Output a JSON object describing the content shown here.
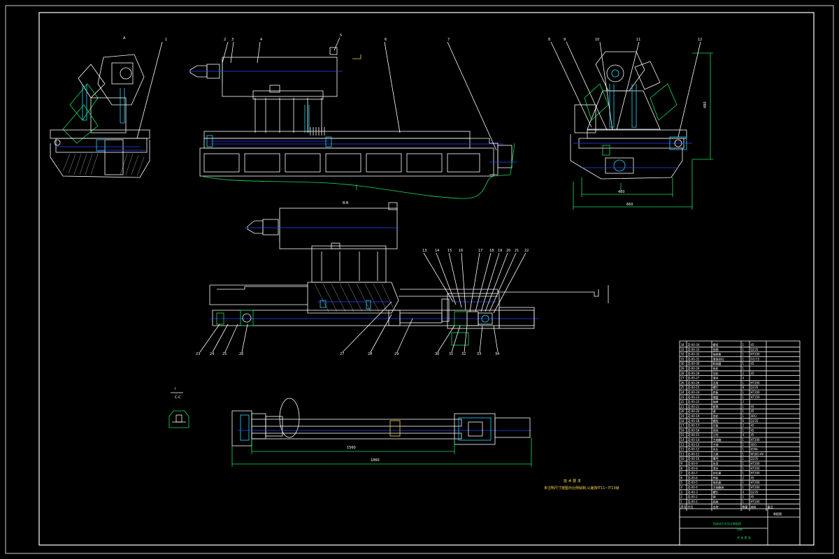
{
  "drawing": {
    "view_labels": {
      "left_view": "A",
      "sectionB": "B-B",
      "sectionC": "C-C",
      "detail": "I"
    },
    "top_callouts": [
      "1",
      "2",
      "3",
      "4",
      "5",
      "6",
      "7",
      "8",
      "9",
      "10",
      "11",
      "12"
    ],
    "mid_callouts_top": [
      "13",
      "14",
      "15",
      "16",
      "17",
      "18",
      "19",
      "20",
      "21",
      "22"
    ],
    "mid_callouts_bottom": [
      "23",
      "24",
      "25",
      "26",
      "27",
      "28",
      "29",
      "30",
      "31",
      "32",
      "33",
      "34"
    ],
    "dimensions": {
      "right_height": "480",
      "right_width_inner": "480",
      "right_width_outer": "660",
      "bottom_inner": "1560",
      "bottom_outer": "1860"
    },
    "tech_req": {
      "title": "技 术 要 求",
      "line1": "未注明尺寸按图示比例绘制,公差按IT11~IT13级"
    }
  },
  "parts_table": {
    "rows": [
      [
        "34",
        "ZJ-00-34",
        "螺母",
        "1",
        "45"
      ],
      [
        "33",
        "ZJ-00-33",
        "垫圈",
        "1",
        "Q235"
      ],
      [
        "32",
        "ZJ-00-32",
        "轴承座",
        "1",
        "HT200"
      ],
      [
        "31",
        "ZJ-00-31",
        "滚珠丝杠",
        "1",
        "GCr15"
      ],
      [
        "30",
        "ZJ-00-30",
        "联轴器",
        "1",
        "45"
      ],
      [
        "29",
        "ZJ-00-29",
        "电机",
        "1",
        ""
      ],
      [
        "28",
        "ZJ-00-28",
        "导轨",
        "2",
        "45"
      ],
      [
        "27",
        "ZJ-00-27",
        "滑块",
        "4",
        ""
      ],
      [
        "26",
        "ZJ-00-26",
        "支架",
        "1",
        "HT200"
      ],
      [
        "25",
        "ZJ-00-25",
        "螺钉",
        "8",
        "Q235"
      ],
      [
        "24",
        "ZJ-00-24",
        "底板",
        "1",
        "HT200"
      ],
      [
        "23",
        "ZJ-00-23",
        "端盖",
        "1",
        "HT150"
      ],
      [
        "22",
        "ZJ-00-22",
        "轴承",
        "2",
        ""
      ],
      [
        "21",
        "ZJ-00-21",
        "套筒",
        "1",
        "45"
      ],
      [
        "20",
        "ZJ-00-20",
        "键",
        "1",
        "45"
      ],
      [
        "19",
        "ZJ-00-19",
        "齿轮",
        "1",
        "40Cr"
      ],
      [
        "18",
        "ZJ-00-18",
        "螺栓",
        "6",
        "Q235"
      ],
      [
        "17",
        "ZJ-00-17",
        "压板",
        "2",
        "45"
      ],
      [
        "16",
        "ZJ-00-16",
        "挡块",
        "1",
        "45"
      ],
      [
        "15",
        "ZJ-00-15",
        "立柱",
        "4",
        "45"
      ],
      [
        "14",
        "ZJ-00-14",
        "主轴箱",
        "1",
        "HT200"
      ],
      [
        "13",
        "ZJ-00-13",
        "主轴",
        "1",
        "40Cr"
      ],
      [
        "12",
        "ZJ-00-12",
        "夹头",
        "1",
        "65Mn"
      ],
      [
        "11",
        "ZJ-00-11",
        "刀具",
        "1",
        "W18Cr4V"
      ],
      [
        "10",
        "ZJ-00-10",
        "罩壳",
        "1",
        "Q235"
      ],
      [
        "9",
        "ZJ-00-9",
        "床身",
        "1",
        "HT200"
      ],
      [
        "8",
        "ZJ-00-8",
        "滑台",
        "1",
        "HT200"
      ],
      [
        "7",
        "ZJ-00-7",
        "丝杠座",
        "1",
        "HT200"
      ],
      [
        "6",
        "ZJ-00-6",
        "导轨",
        "2",
        "45"
      ],
      [
        "5",
        "ZJ-00-5",
        "电机座",
        "1",
        "HT200"
      ],
      [
        "4",
        "ZJ-00-4",
        "主轴箱体",
        "1",
        "HT200"
      ],
      [
        "3",
        "ZJ-00-3",
        "螺钉",
        "4",
        "Q235"
      ],
      [
        "2",
        "ZJ-00-2",
        "销",
        "2",
        "45"
      ],
      [
        "1",
        "ZJ-00-1",
        "底座",
        "1",
        "HT200"
      ]
    ],
    "header": [
      "序号",
      "代号",
      "名称",
      "数量",
      "材料",
      "备注"
    ],
    "title_block": {
      "drawing_title": "钻床动力头设计装配图",
      "name_cell": "装配图",
      "scale_label": "比例",
      "sheet_label": "共 张 第 张"
    }
  }
}
